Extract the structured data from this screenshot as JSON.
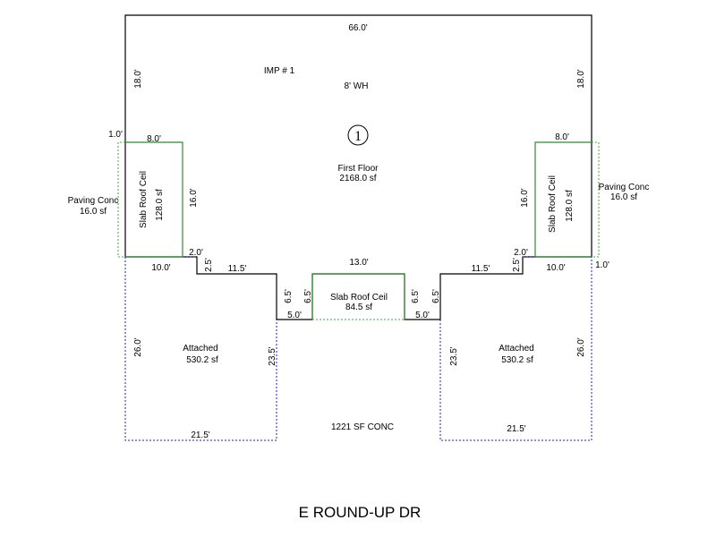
{
  "colors": {
    "main_line": "#000000",
    "green_line": "#2e8b2e",
    "blue_dotted": "#2020b0",
    "green_dotted": "#3fae3f",
    "text": "#000000"
  },
  "street_label": "E ROUND-UP DR",
  "circle_number": "1",
  "areas": {
    "imp": "IMP # 1",
    "imp_sub": "8' WH",
    "first_floor_name": "First Floor",
    "first_floor_area": "2168.0 sf",
    "slab_left_name": "Slab Roof Ceil",
    "slab_left_area": "128.0 sf",
    "slab_right_name": "Slab Roof Ceil",
    "slab_right_area": "128.0 sf",
    "slab_center_name": "Slab Roof Ceil",
    "slab_center_area": "84.5 sf",
    "paving_left_name": "Paving Conc",
    "paving_left_area": "16.0 sf",
    "paving_right_name": "Paving Conc",
    "paving_right_area": "16.0 sf",
    "attached_left_name": "Attached",
    "attached_left_area": "530.2 sf",
    "attached_right_name": "Attached",
    "attached_right_area": "530.2 sf",
    "conc": "1221 SF CONC"
  },
  "dims": {
    "top": "66.0'",
    "left_upper": "18.0'",
    "right_upper": "18.0'",
    "one_left": "1.0'",
    "one_right": "1.0'",
    "slab_top_left": "8.0'",
    "slab_top_right": "8.0'",
    "slab_inner_left": "16.0'",
    "slab_inner_right": "16.0'",
    "step_left_2": "2.0'",
    "step_right_2": "2.0'",
    "step_left_25": "2.5'",
    "step_right_25": "2.5'",
    "ten_left": "10.0'",
    "ten_right": "10.0'",
    "eleven_left": "11.5'",
    "eleven_right": "11.5'",
    "thirteen": "13.0'",
    "six_a": "6.5'",
    "six_b": "6.5'",
    "six_c": "6.5'",
    "six_d": "6.5'",
    "five_left": "5.0'",
    "five_right": "5.0'",
    "twentysix_left": "26.0'",
    "twentysix_right": "26.0'",
    "twentythree_left": "23.5'",
    "twentythree_right": "23.5'",
    "twentyone_left": "21.5'",
    "twentyone_right": "21.5'"
  }
}
